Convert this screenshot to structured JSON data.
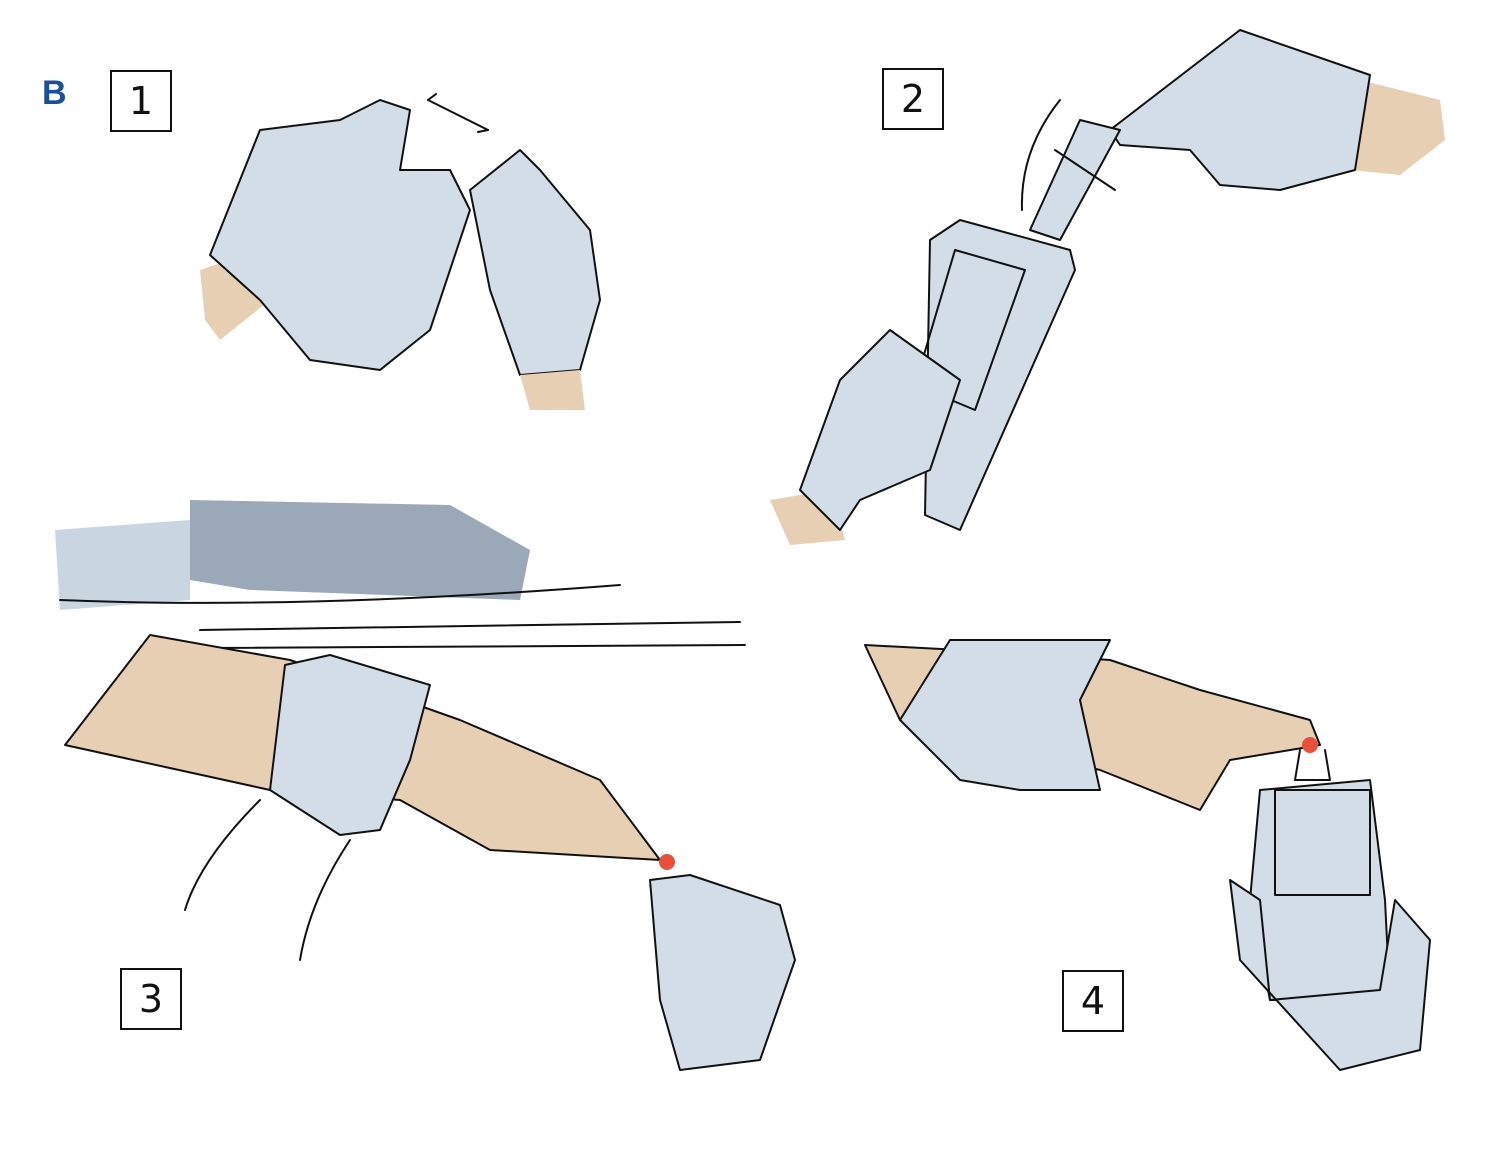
{
  "figure": {
    "panel_label": "B",
    "steps": [
      {
        "number": "1"
      },
      {
        "number": "2"
      },
      {
        "number": "3"
      },
      {
        "number": "4"
      }
    ],
    "colors": {
      "label": "#1a4f9c",
      "glove": "#d3dde7",
      "skin": "#e7cfb3",
      "sleeve": "#9aa8b8",
      "blood": "#e8503a"
    }
  }
}
